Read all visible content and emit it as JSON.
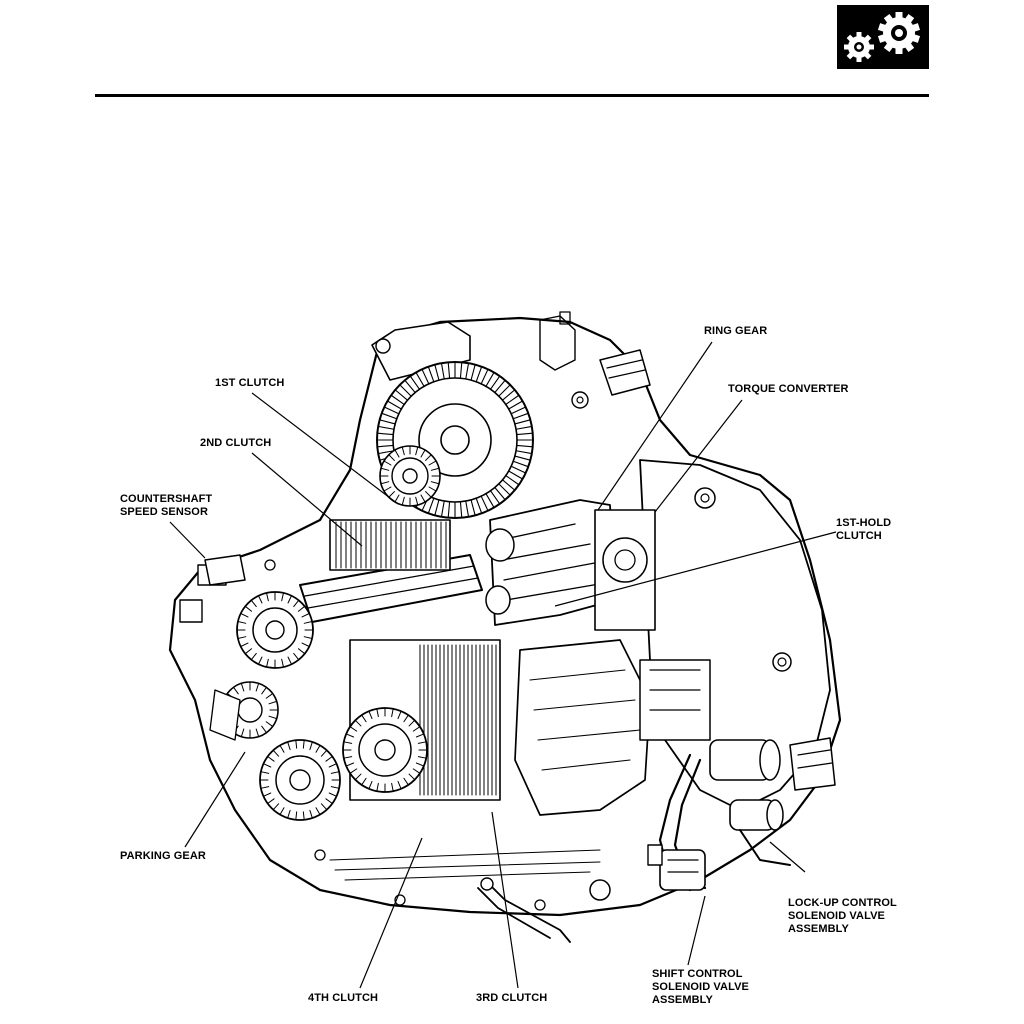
{
  "header": {
    "logo_icon": "gears-icon"
  },
  "diagram": {
    "subject_icon": "automatic-transmission-cutaway",
    "labels": {
      "ring_gear": "RING GEAR",
      "first_clutch": "1ST CLUTCH",
      "torque_converter": "TORQUE CONVERTER",
      "second_clutch": "2ND CLUTCH",
      "countershaft_line1": "COUNTERSHAFT",
      "countershaft_line2": "SPEED SENSOR",
      "first_hold_line1": "1ST-HOLD",
      "first_hold_line2": "CLUTCH",
      "parking_gear": "PARKING GEAR",
      "lockup_line1": "LOCK-UP CONTROL",
      "lockup_line2": "SOLENOID VALVE",
      "lockup_line3": "ASSEMBLY",
      "shift_line1": "SHIFT CONTROL",
      "shift_line2": "SOLENOID VALVE",
      "shift_line3": "ASSEMBLY",
      "fourth_clutch": "4TH CLUTCH",
      "third_clutch": "3RD CLUTCH"
    }
  }
}
